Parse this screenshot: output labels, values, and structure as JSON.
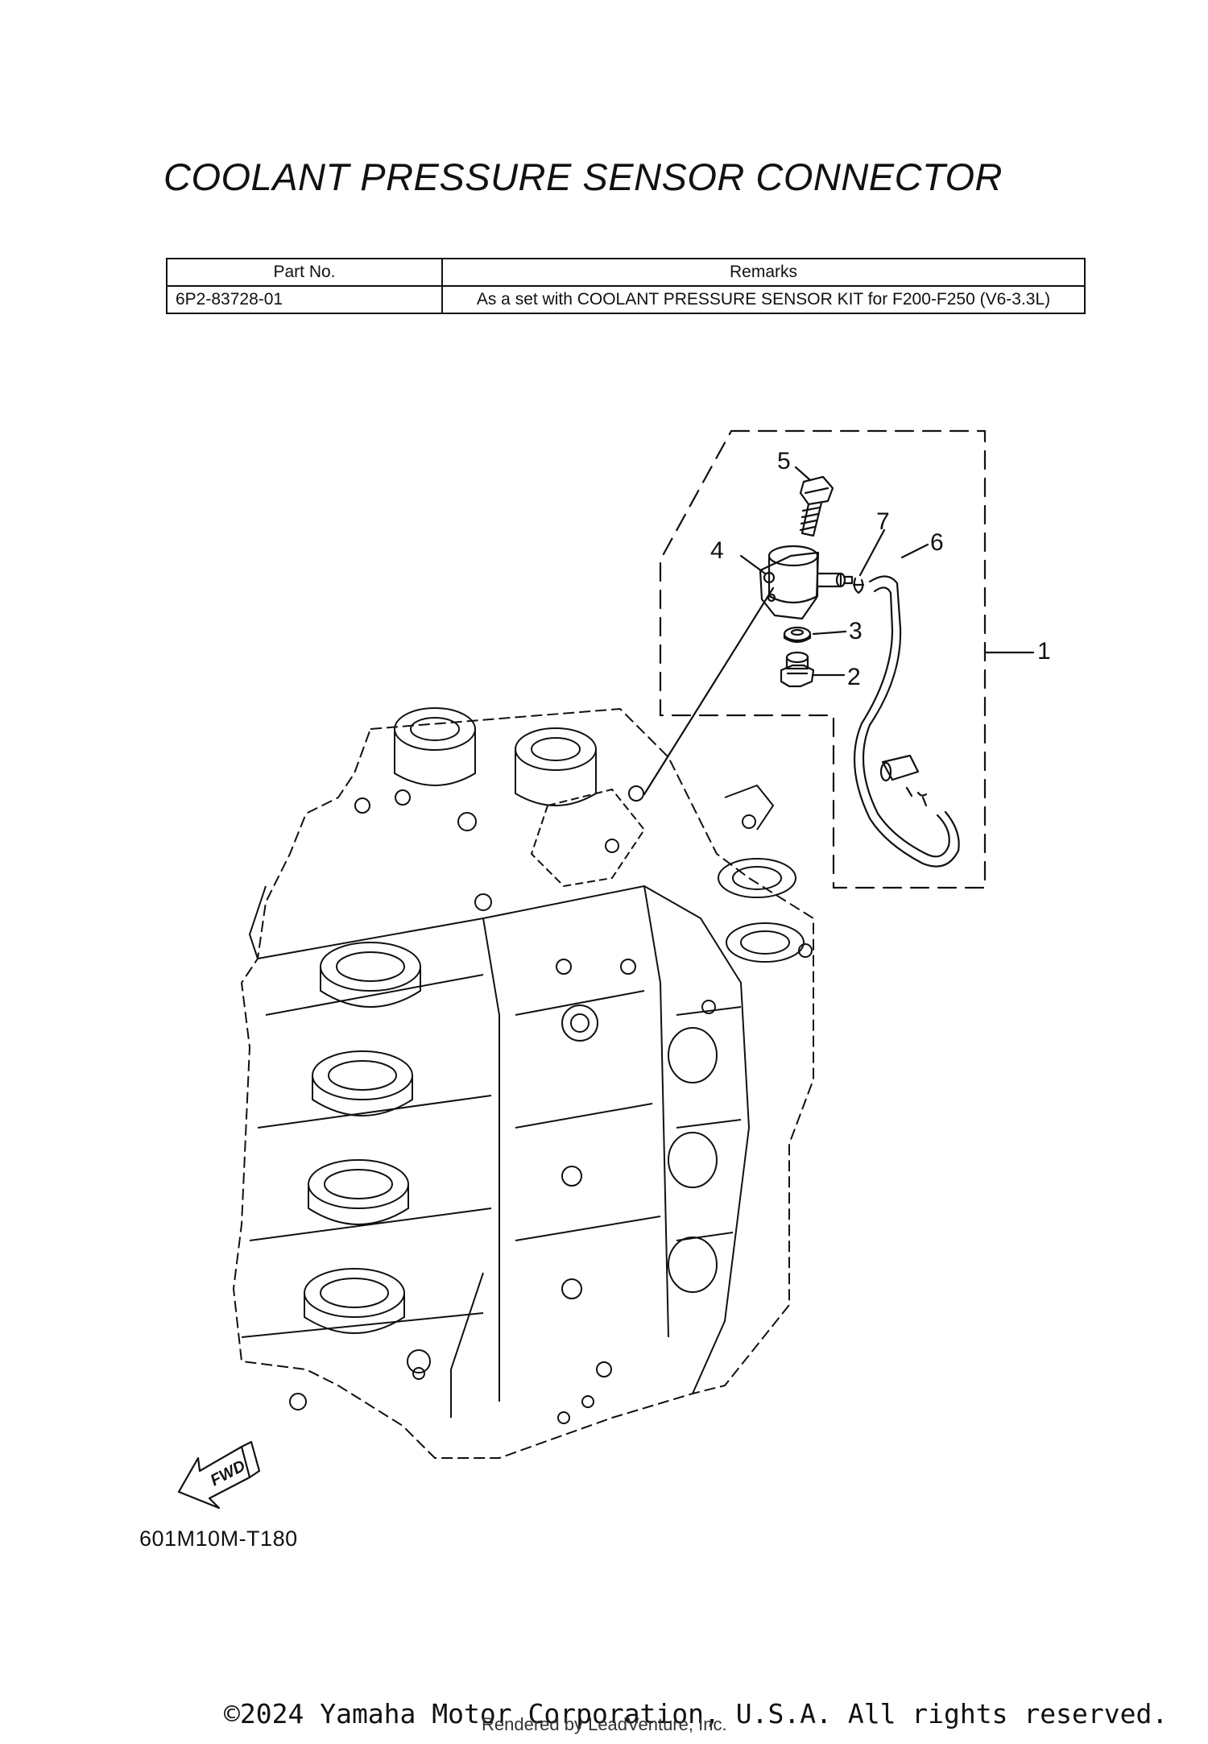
{
  "page": {
    "title": "COOLANT PRESSURE SENSOR CONNECTOR",
    "drawing_code": "601M10M-T180",
    "copyright": "©2024 Yamaha Motor Corporation, U.S.A. All rights reserved.",
    "rendered_by": "Rendered by LeadVenture, Inc."
  },
  "parts_table": {
    "headers": {
      "part_no": "Part No.",
      "remarks": "Remarks"
    },
    "rows": [
      {
        "part_no": "6P2-83728-01",
        "remarks": "As a set with COOLANT PRESSURE SENSOR KIT for F200-F250 (V6-3.3L)"
      }
    ]
  },
  "diagram": {
    "callouts": [
      "1",
      "2",
      "3",
      "4",
      "5",
      "6",
      "7"
    ],
    "fwd_label": "FWD"
  }
}
